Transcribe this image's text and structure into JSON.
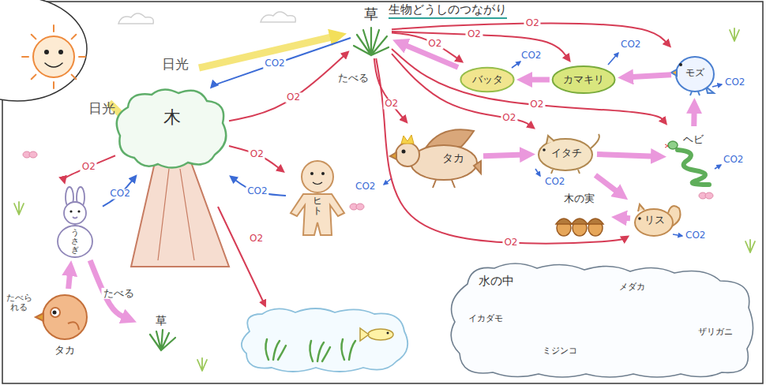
{
  "diagram": {
    "title": "生物どうしのつながり",
    "nodes": [
      {
        "text": [
          "草"
        ]
      },
      {
        "text": [
          "バッタ"
        ]
      },
      {
        "text": [
          "カマキリ"
        ]
      },
      {
        "text": [
          "モズ"
        ]
      },
      {
        "text": [
          "タカ"
        ]
      },
      {
        "text": [
          "イタチ"
        ]
      },
      {
        "text": [
          "ヘビ"
        ]
      },
      {
        "text": [
          "木"
        ]
      },
      {
        "text": [
          "ヒト"
        ]
      },
      {
        "text": [
          "木の実"
        ]
      },
      {
        "text": [
          "リス"
        ]
      },
      {
        "text": [
          "うさぎ"
        ]
      },
      {
        "text": [
          "水の中"
        ]
      },
      {
        "text": [
          "タカ"
        ]
      },
      {
        "text": [
          "草"
        ]
      },
      {
        "text": [
          "イカダモ"
        ],
        "in": 12
      },
      {
        "text": [
          "ミジンコ"
        ],
        "in": 12
      },
      {
        "text": [
          "メダカ"
        ],
        "in": 12
      },
      {
        "text": [
          "ザリガニ"
        ],
        "in": 12
      }
    ],
    "edges": [
      {
        "from": 0,
        "to": 1,
        "arrow": "to",
        "label": "O2"
      },
      {
        "from": 0,
        "to": 2,
        "arrow": "to",
        "label": "O2"
      },
      {
        "from": 0,
        "to": 3,
        "arrow": "to",
        "label": "O2"
      },
      {
        "from": 0,
        "to": 4,
        "arrow": "to",
        "label": "O2"
      },
      {
        "from": 0,
        "to": 5,
        "arrow": "to",
        "label": "O2"
      },
      {
        "from": 0,
        "to": 6,
        "arrow": "to",
        "label": "O2"
      },
      {
        "from": 0,
        "to": 10,
        "arrow": "to",
        "label": "O2"
      },
      {
        "from": 1,
        "to": 0,
        "arrow": "to"
      },
      {
        "from": 2,
        "to": 1,
        "arrow": "to"
      },
      {
        "from": 3,
        "to": 2,
        "arrow": "to"
      },
      {
        "from": 6,
        "to": 3,
        "arrow": "to"
      },
      {
        "from": 4,
        "to": 5,
        "arrow": "to"
      },
      {
        "from": 5,
        "to": 6,
        "arrow": "to"
      },
      {
        "from": 5,
        "to": 10,
        "arrow": "to"
      },
      {
        "from": 10,
        "to": 9,
        "arrow": "to"
      },
      {
        "from": 0,
        "to": 7,
        "arrow": "to",
        "label": "CO2"
      },
      {
        "from": 7,
        "to": 0,
        "arrow": "to",
        "label": "O2"
      },
      {
        "from": 7,
        "to": 8,
        "arrow": "to",
        "label": "O2"
      },
      {
        "from": 8,
        "to": 7,
        "arrow": "to",
        "label": "CO2"
      },
      {
        "from": 7,
        "to": 11,
        "arrow": "to",
        "label": "O2"
      },
      {
        "from": 11,
        "to": 7,
        "arrow": "to",
        "label": "CO2"
      },
      {
        "from": 11,
        "to": 14,
        "arrow": "to",
        "label": "たべる"
      },
      {
        "from": 13,
        "to": 11,
        "arrow": "to",
        "label": "たべられる"
      },
      {
        "from": 18,
        "to": 17,
        "arrow": "to"
      },
      {
        "from": 17,
        "to": 16,
        "arrow": "to"
      },
      {
        "from": 16,
        "to": 15,
        "arrow": "to"
      }
    ],
    "labels": [
      "日光",
      "日光",
      "CO2",
      "CO2",
      "たべる",
      "CO2",
      "CO2",
      "CO2",
      "CO2",
      "CO2",
      "O2"
    ]
  }
}
